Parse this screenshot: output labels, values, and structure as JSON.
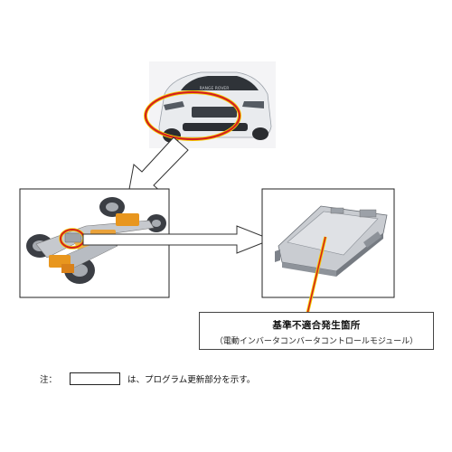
{
  "callout": {
    "title": "基準不適合発生箇所",
    "subtitle": "（電動インバータコンバータコントロールモジュール）"
  },
  "note": {
    "label": "注：",
    "text": "は、プログラム更新部分を示す。"
  },
  "car_badge": "RANGE ROVER",
  "colors": {
    "highlight_red": "#d42020",
    "highlight_yellow": "#f5d000",
    "chassis_orange": "#e8961e"
  },
  "icons": [
    "car-photo",
    "chassis-photo",
    "module-photo",
    "arrow-right-icon",
    "arrow-down-left-icon"
  ]
}
